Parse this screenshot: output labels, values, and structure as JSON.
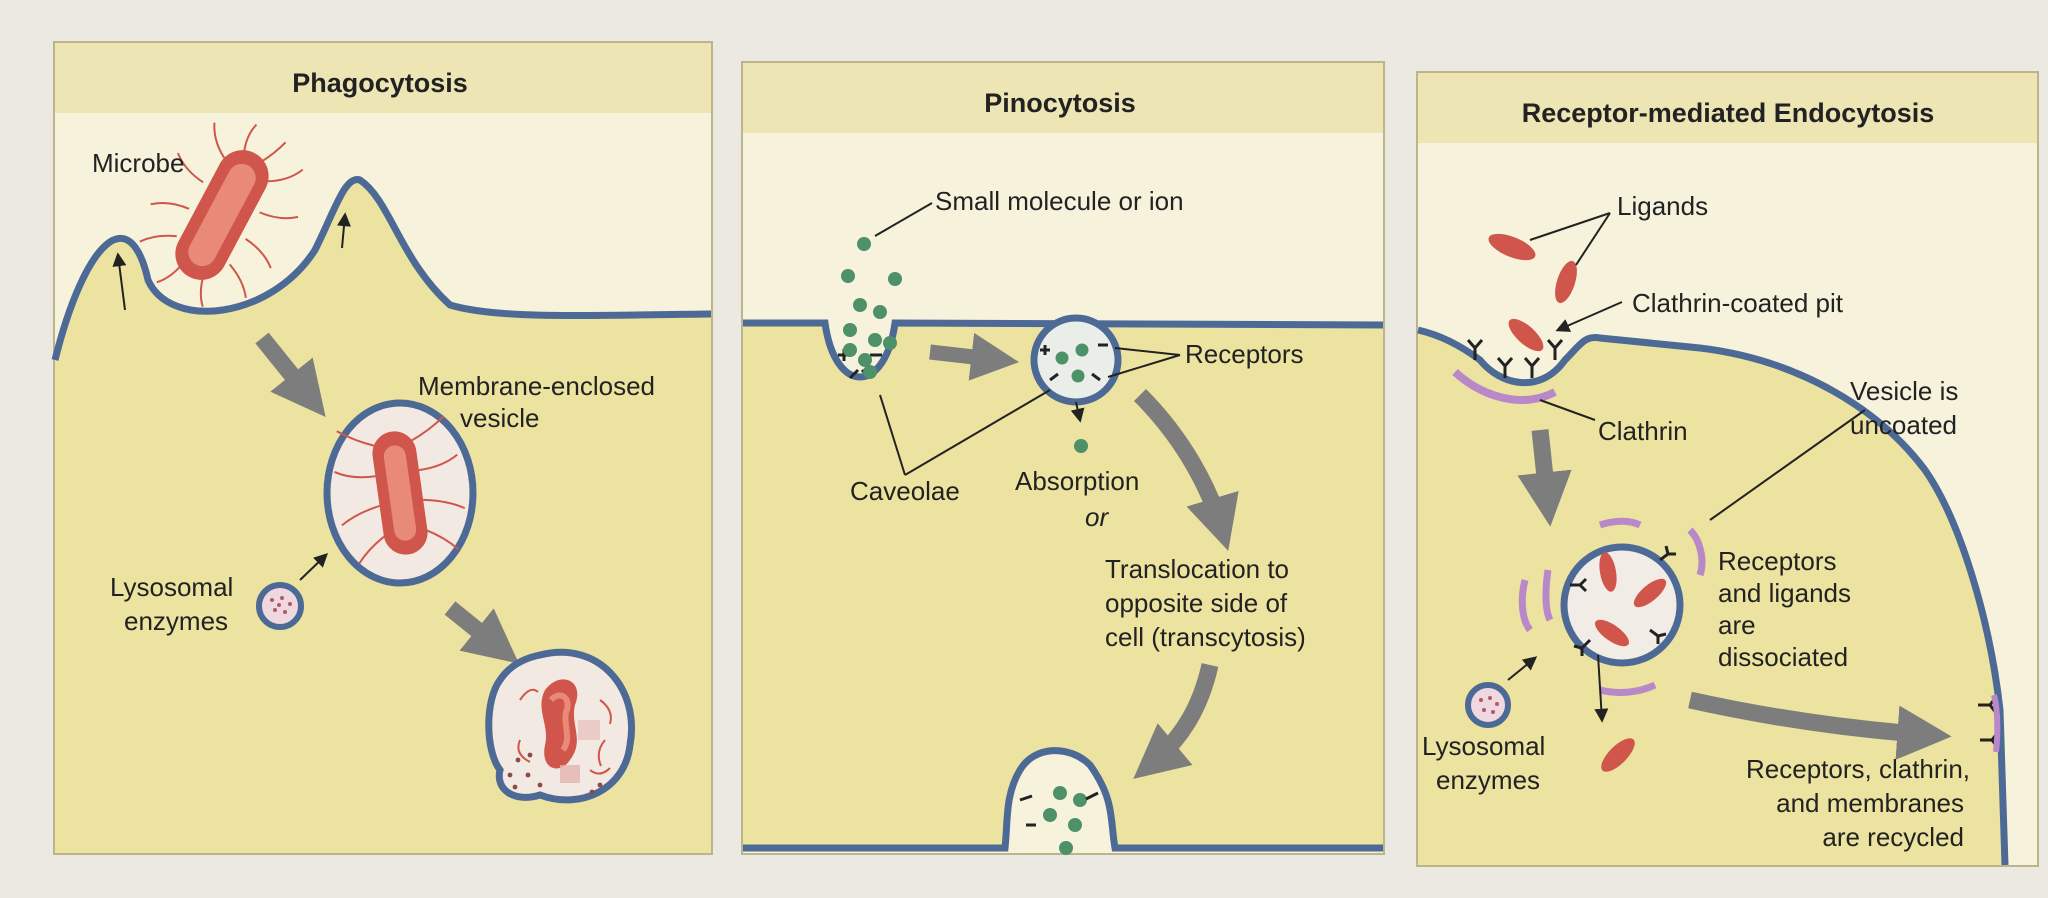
{
  "panels": {
    "phagocytosis": {
      "title": "Phagocytosis",
      "labels": {
        "microbe": "Microbe",
        "membrane_enclosed_line1": "Membrane-enclosed",
        "membrane_enclosed_line2": "vesicle",
        "lysosomal_line1": "Lysosomal",
        "lysosomal_line2": "enzymes"
      }
    },
    "pinocytosis": {
      "title": "Pinocytosis",
      "labels": {
        "small_molecule": "Small molecule or ion",
        "receptors": "Receptors",
        "caveolae": "Caveolae",
        "absorption": "Absorption",
        "or": "or",
        "translocation_line1": "Translocation to",
        "translocation_line2": "opposite side of",
        "translocation_line3": "cell (transcytosis)"
      }
    },
    "receptor_mediated": {
      "title": "Receptor-mediated Endocytosis",
      "labels": {
        "ligands": "Ligands",
        "clathrin_pit": "Clathrin-coated pit",
        "clathrin": "Clathrin",
        "vesicle_uncoated_line1": "Vesicle is",
        "vesicle_uncoated_line2": "uncoated",
        "dissociated_line1": "Receptors",
        "dissociated_line2": "and ligands",
        "dissociated_line3": "are",
        "dissociated_line4": "dissociated",
        "lysosomal_line1": "Lysosomal",
        "lysosomal_line2": "enzymes",
        "recycled_line1": "Receptors, clathrin,",
        "recycled_line2": "and membranes",
        "recycled_line3": "are recycled"
      }
    }
  },
  "colors": {
    "panel_bg": "#f6f2dc",
    "header_bg": "#ede6b4",
    "cell_fill": "#ede3a0",
    "membrane": "#4d6a96",
    "microbe": "#d0564b",
    "particle": "#4e9068",
    "clathrin": "#b888c8",
    "arrow": "#7d7d7d"
  }
}
